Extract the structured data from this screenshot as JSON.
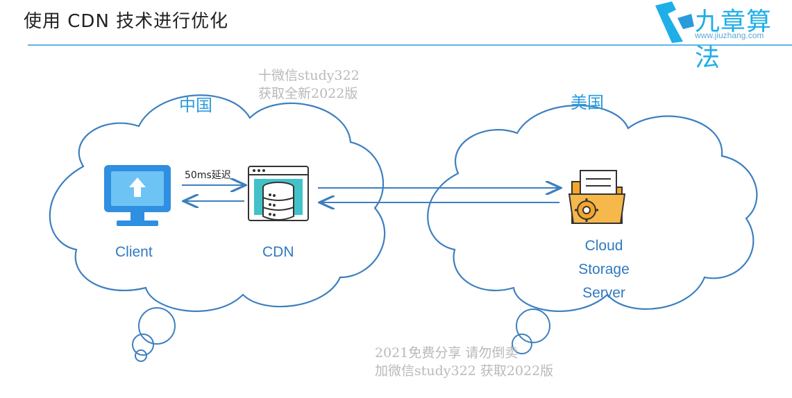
{
  "header": {
    "title": "使用 CDN 技术进行优化",
    "logo_name": "九章算法",
    "logo_url": "www.jiuzhang.com"
  },
  "watermark": {
    "top_line1": "十微信study322",
    "top_line2": "获取全新2022版",
    "bottom_line1": "2021免费分享 请勿倒卖",
    "bottom_line2": "加微信study322 获取2022版"
  },
  "diagram": {
    "region_left": "中国",
    "region_right": "美国",
    "latency_label": "50ms延迟",
    "client_label": "Client",
    "cdn_label": "CDN",
    "server_label_line1": "Cloud",
    "server_label_line2": "Storage",
    "server_label_line3": "Server"
  },
  "colors": {
    "title_rule": "#5fb6e5",
    "cloud_stroke": "#3d7fbf",
    "region_text": "#2a9bdd",
    "node_text": "#2f79c0",
    "monitor": "#2f8fe0",
    "folder": "#f4a62a"
  },
  "icons": {
    "client": "monitor-upload-icon",
    "cdn": "server-database-icon",
    "server": "folder-gear-icon",
    "logo": "jiuzhang-logo-icon"
  }
}
